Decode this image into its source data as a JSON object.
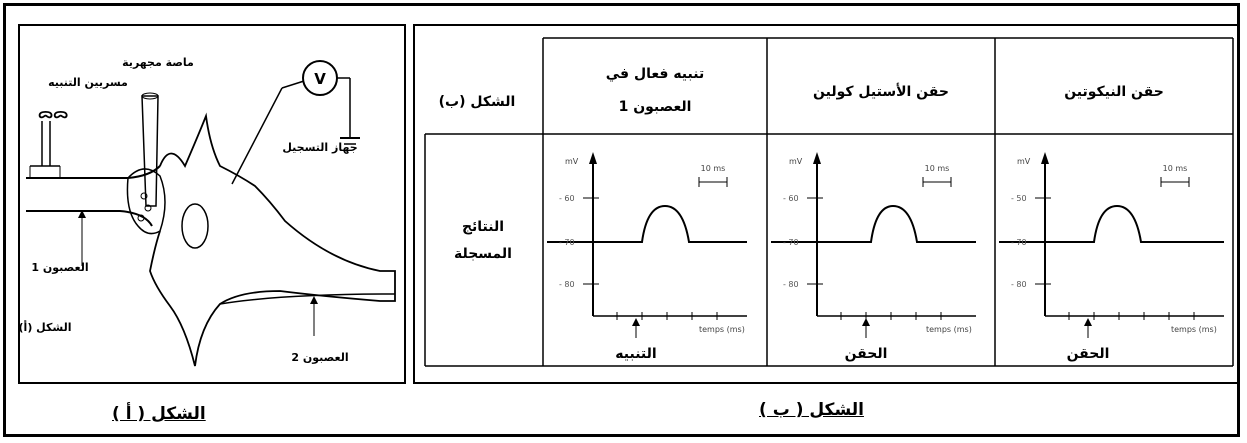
{
  "panel_a": {
    "labels": {
      "stim_electrodes": "مسريين التنبيه",
      "micropipette": "ماصة مجهرية",
      "recorder": "جهاز التسجيل",
      "axon1": "العصبون 1",
      "axon2": "العصبون 2",
      "inner_figure": "الشكل (أ)"
    }
  },
  "panel_b": {
    "row_header": "الشكل (ب)",
    "result_row": {
      "line1": "النتائج",
      "line2": "المسجلة"
    },
    "columns": [
      {
        "title_line1": "تنبيه فعال في",
        "title_line2": "العصبون 1",
        "event": "التنبيه"
      },
      {
        "title_line1": "حقن الأستيل كولين",
        "event": "الحقن"
      },
      {
        "title_line1": "حقن النيكوتين",
        "event": "الحقن"
      }
    ],
    "graphs": {
      "y_unit": "mV",
      "y_ticks": [
        "- 60",
        "- 70",
        "- 80"
      ],
      "y_ticks_nicotine": [
        "- 50",
        "- 70",
        "- 80"
      ],
      "scale_bar": "10 ms",
      "x_label": "temps (ms)"
    }
  },
  "captions": {
    "figure_a": "الشكل ( أ )",
    "figure_b": "الشكل ( ب )"
  }
}
